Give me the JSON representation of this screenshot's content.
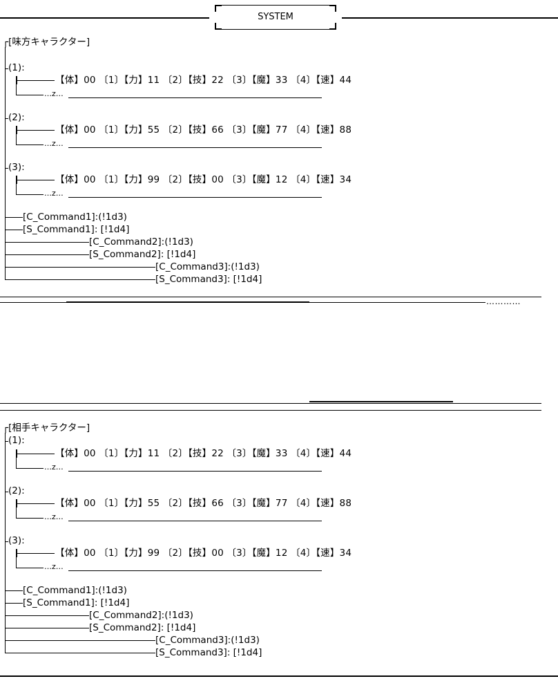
{
  "header": {
    "title": "SYSTEM"
  },
  "ally": {
    "title": "┌[味方キャラクター]",
    "characters": [
      {
        "label": "(1):",
        "stats": "【体】00 〔1〕【力】11 〔2〕【技】22 〔3〕【魔】33 〔4〕【速】44",
        "sub": "…z…"
      },
      {
        "label": "(2):",
        "stats": "【体】00 〔1〕【力】55 〔2〕【技】66 〔3〕【魔】77 〔4〕【速】88",
        "sub": "…z…"
      },
      {
        "label": "(3):",
        "stats": "【体】00 〔1〕【力】99 〔2〕【技】00 〔3〕【魔】12 〔4〕【速】34",
        "sub": "…z…"
      }
    ],
    "commands": [
      "[C_Command1]:(!1d3)",
      "[S_Command1]: [!1d4]",
      "[C_Command2]:(!1d3)",
      "[S_Command2]: [!1d4]",
      "[C_Command3]:(!1d3)",
      "[S_Command3]: [!1d4]"
    ]
  },
  "enemy": {
    "title": "┌[相手キャラクター]",
    "characters": [
      {
        "label": "(1):",
        "stats": "【体】00 〔1〕【力】11 〔2〕【技】22 〔3〕【魔】33 〔4〕【速】44",
        "sub": "…z…"
      },
      {
        "label": "(2):",
        "stats": "【体】00 〔1〕【力】55 〔2〕【技】66 〔3〕【魔】77 〔4〕【速】88",
        "sub": "…z…"
      },
      {
        "label": "(3):",
        "stats": "【体】00 〔1〕【力】99 〔2〕【技】00 〔3〕【魔】12 〔4〕【速】34",
        "sub": "…z…"
      }
    ],
    "commands": [
      "[C_Command1]:(!1d3)",
      "[S_Command1]: [!1d4]",
      "[C_Command2]:(!1d3)",
      "[S_Command2]: [!1d4]",
      "[C_Command3]:(!1d3)",
      "[S_Command3]: [!1d4]"
    ]
  },
  "divider": {
    "dots": "…………"
  }
}
